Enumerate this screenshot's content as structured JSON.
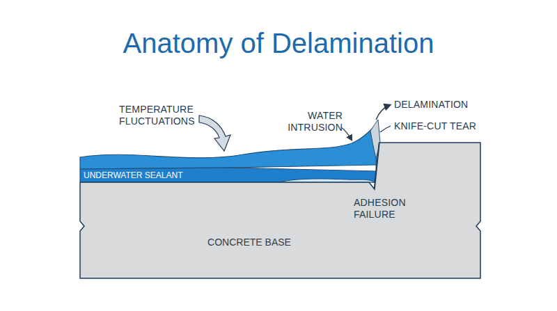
{
  "diagram": {
    "title": "Anatomy of Delamination",
    "nodes": [
      {
        "text": [
          "UNDERWATER SEALANT"
        ]
      },
      {
        "text": [
          "CONCRETE BASE"
        ]
      }
    ],
    "labels": [
      "TEMPERATURE FLUCTUATIONS",
      "WATER INTRUSION",
      "DELAMINATION",
      "KNIFE-CUT TEAR",
      "ADHESION FAILURE"
    ]
  }
}
